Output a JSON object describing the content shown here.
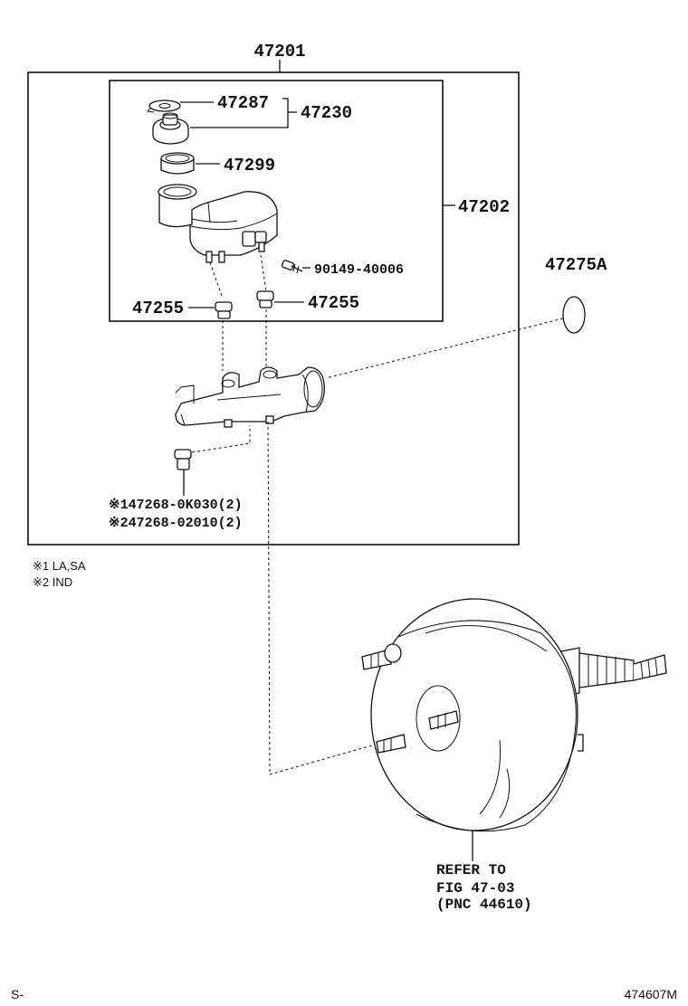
{
  "parts": {
    "p47201": "47201",
    "p47287": "47287",
    "p47230": "47230",
    "p47299": "47299",
    "p47202": "47202",
    "p90149": "90149-40006",
    "p47255_left": "47255",
    "p47255_right": "47255",
    "p47275A": "47275A",
    "p47268_1": "※147268-0K030(2)",
    "p47268_2": "※247268-02010(2)"
  },
  "notes": {
    "note1": "※1 LA,SA",
    "note2": "※2 IND"
  },
  "refer": {
    "line1": "REFER TO",
    "line2": "FIG 47-03",
    "line3": "(PNC 44610)"
  },
  "footer": {
    "left": "S-",
    "right": "474607M"
  }
}
